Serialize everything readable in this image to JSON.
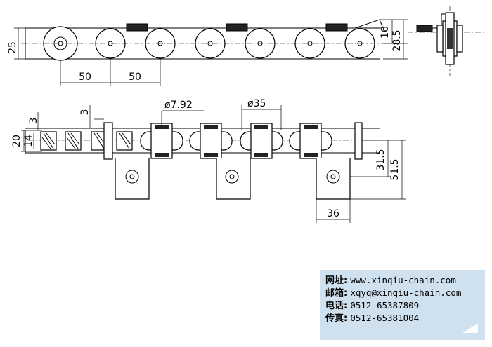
{
  "dimensions": {
    "top_height": "25",
    "pitch_a": "50",
    "pitch_b": "50",
    "link_h": "16",
    "total_h": "28.5",
    "pin_d": "ø7.92",
    "roller_d": "ø35",
    "top_3a": "3",
    "top_3b": "3",
    "w20": "20",
    "w14": "14",
    "h31": "31.5",
    "h51": "51.5",
    "w36": "36"
  },
  "contact": {
    "website_label": "网址:",
    "website": "www.xinqiu-chain.com",
    "email_label": "邮箱:",
    "email": "xqyq@xinqiu-chain.com",
    "phone_label": "电话:",
    "phone": "0512-65387809",
    "fax_label": "传真:",
    "fax": "0512-65381004"
  }
}
